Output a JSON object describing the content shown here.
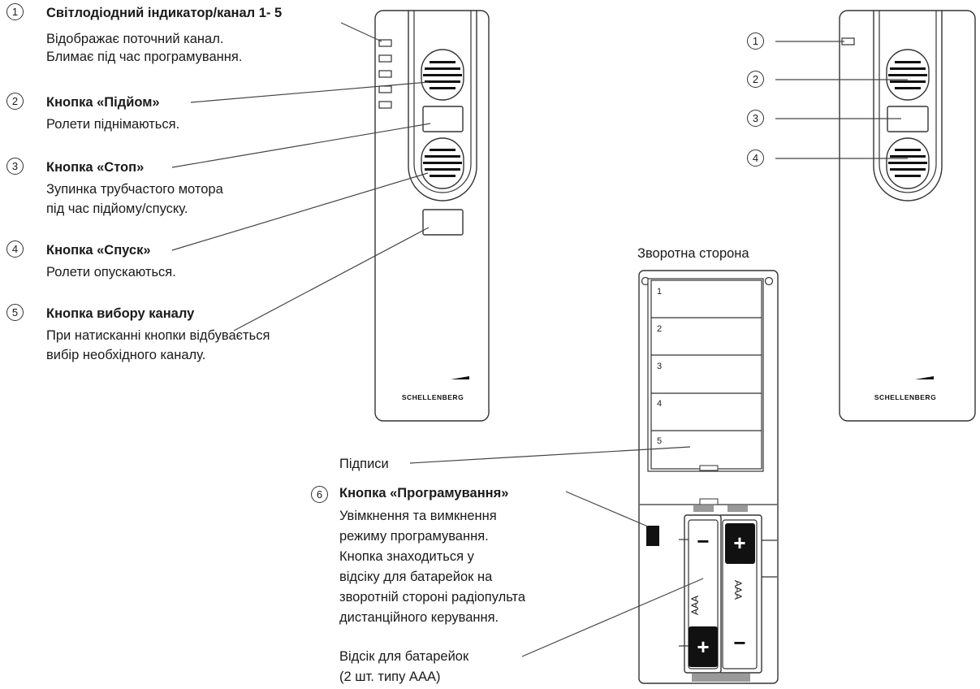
{
  "legend": {
    "items": [
      {
        "number": "1",
        "title": "Світлодіодний індикатор/канал 1- 5",
        "lines": [
          "Відображає поточний канал.",
          "Блимає під час програмування."
        ]
      },
      {
        "number": "2",
        "title": "Кнопка «Підйом»",
        "lines": [
          "Ролети піднімаються."
        ]
      },
      {
        "number": "3",
        "title": "Кнопка «Стоп»",
        "lines": [
          "Зупинка трубчастого мотора",
          "під час підйому/спуску."
        ]
      },
      {
        "number": "4",
        "title": "Кнопка «Спуск»",
        "lines": [
          "Ролети опускаються."
        ]
      },
      {
        "number": "5",
        "title": "Кнопка вибору каналу",
        "lines": [
          "При натисканні кнопки відбувається",
          "вибір необхідного каналу."
        ]
      }
    ]
  },
  "back_side": {
    "heading": "Зворотна сторона",
    "slots": [
      "1",
      "2",
      "3",
      "4",
      "5"
    ],
    "labels_caption": "Підписи",
    "program_button": {
      "number": "6",
      "title": "Кнопка «Програмування»",
      "lines": [
        "Увімкнення та вимкнення",
        "режиму програмування.",
        "Кнопка знаходиться у",
        "відсіку для батарейок на",
        "зворотній стороні радіопульта",
        "дистанційного керування."
      ]
    },
    "battery_caption": [
      "Відсік для батарейок",
      "(2 шт. типу ААА)"
    ],
    "battery_label": "AAA",
    "plus": "+",
    "minus": "−"
  },
  "right_remote": {
    "callouts": [
      "1",
      "2",
      "3",
      "4"
    ]
  },
  "brand": "SCHELLENBERG"
}
